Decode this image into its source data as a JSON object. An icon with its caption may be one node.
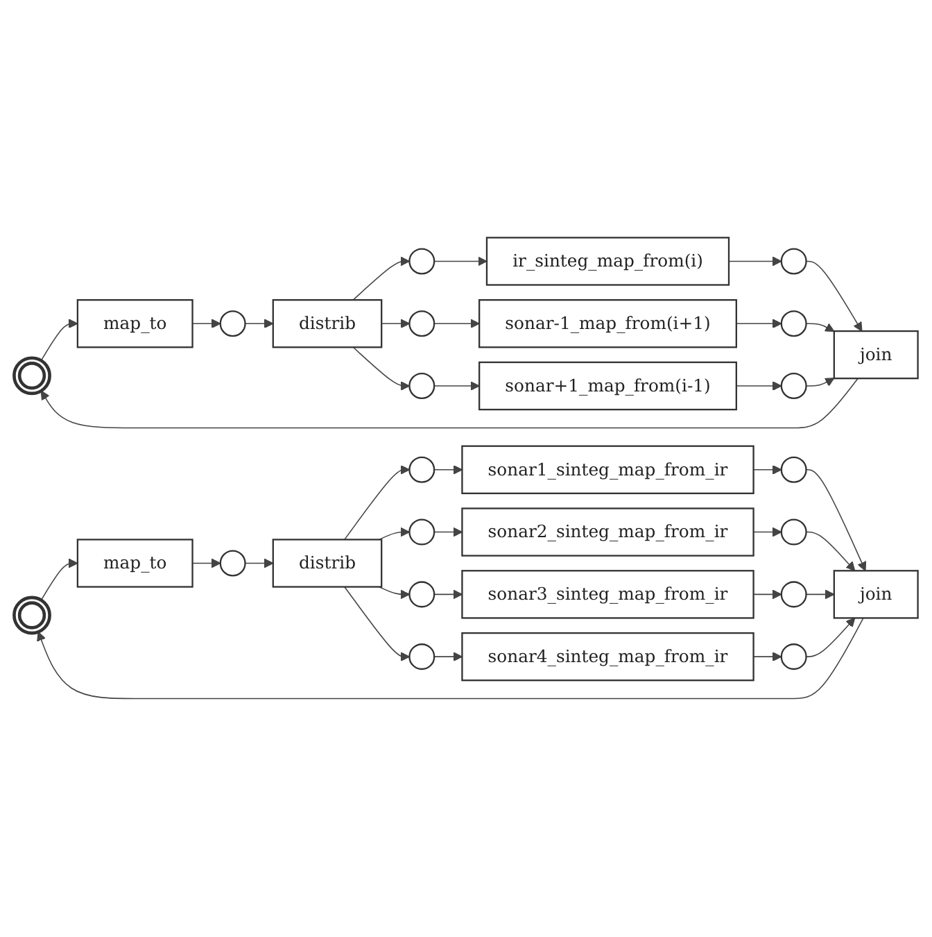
{
  "diagram": {
    "nodes": [
      {
        "text": [],
        "shape": "circle"
      },
      {
        "text": [
          "map_to"
        ]
      },
      {
        "text": [],
        "shape": "circle"
      },
      {
        "text": [
          "distrib"
        ]
      },
      {
        "text": [],
        "shape": "circle"
      },
      {
        "text": [],
        "shape": "circle"
      },
      {
        "text": [],
        "shape": "circle"
      },
      {
        "text": [
          "ir_sinteg_map_from(i)"
        ]
      },
      {
        "text": [
          "sonar-1_map_from(i+1)"
        ]
      },
      {
        "text": [
          "sonar+1_map_from(i-1)"
        ]
      },
      {
        "text": [],
        "shape": "circle"
      },
      {
        "text": [],
        "shape": "circle"
      },
      {
        "text": [],
        "shape": "circle"
      },
      {
        "text": [
          "join"
        ]
      },
      {
        "text": [],
        "shape": "circle"
      },
      {
        "text": [
          "map_to"
        ]
      },
      {
        "text": [],
        "shape": "circle"
      },
      {
        "text": [
          "distrib"
        ]
      },
      {
        "text": [],
        "shape": "circle"
      },
      {
        "text": [],
        "shape": "circle"
      },
      {
        "text": [],
        "shape": "circle"
      },
      {
        "text": [],
        "shape": "circle"
      },
      {
        "text": [
          "sonar1_sinteg_map_from_ir"
        ]
      },
      {
        "text": [
          "sonar2_sinteg_map_from_ir"
        ]
      },
      {
        "text": [
          "sonar3_sinteg_map_from_ir"
        ]
      },
      {
        "text": [
          "sonar4_sinteg_map_from_ir"
        ]
      },
      {
        "text": [],
        "shape": "circle"
      },
      {
        "text": [],
        "shape": "circle"
      },
      {
        "text": [],
        "shape": "circle"
      },
      {
        "text": [],
        "shape": "circle"
      },
      {
        "text": [
          "join"
        ]
      }
    ],
    "edges": [
      {
        "from": 0,
        "to": 1,
        "arrow": "to"
      },
      {
        "from": 1,
        "to": 2,
        "arrow": "to"
      },
      {
        "from": 2,
        "to": 3,
        "arrow": "to"
      },
      {
        "from": 3,
        "to": 4,
        "arrow": "to"
      },
      {
        "from": 3,
        "to": 5,
        "arrow": "to"
      },
      {
        "from": 3,
        "to": 6,
        "arrow": "to"
      },
      {
        "from": 4,
        "to": 7,
        "arrow": "to"
      },
      {
        "from": 5,
        "to": 8,
        "arrow": "to"
      },
      {
        "from": 6,
        "to": 9,
        "arrow": "to"
      },
      {
        "from": 7,
        "to": 10,
        "arrow": "to"
      },
      {
        "from": 8,
        "to": 11,
        "arrow": "to"
      },
      {
        "from": 9,
        "to": 12,
        "arrow": "to"
      },
      {
        "from": 10,
        "to": 13,
        "arrow": "to"
      },
      {
        "from": 11,
        "to": 13,
        "arrow": "to"
      },
      {
        "from": 12,
        "to": 13,
        "arrow": "to"
      },
      {
        "from": 13,
        "to": 0,
        "arrow": "to"
      },
      {
        "from": 14,
        "to": 15,
        "arrow": "to"
      },
      {
        "from": 15,
        "to": 16,
        "arrow": "to"
      },
      {
        "from": 16,
        "to": 17,
        "arrow": "to"
      },
      {
        "from": 17,
        "to": 18,
        "arrow": "to"
      },
      {
        "from": 17,
        "to": 19,
        "arrow": "to"
      },
      {
        "from": 17,
        "to": 20,
        "arrow": "to"
      },
      {
        "from": 17,
        "to": 21,
        "arrow": "to"
      },
      {
        "from": 18,
        "to": 22,
        "arrow": "to"
      },
      {
        "from": 19,
        "to": 23,
        "arrow": "to"
      },
      {
        "from": 20,
        "to": 24,
        "arrow": "to"
      },
      {
        "from": 21,
        "to": 25,
        "arrow": "to"
      },
      {
        "from": 22,
        "to": 26,
        "arrow": "to"
      },
      {
        "from": 23,
        "to": 27,
        "arrow": "to"
      },
      {
        "from": 24,
        "to": 28,
        "arrow": "to"
      },
      {
        "from": 25,
        "to": 29,
        "arrow": "to"
      },
      {
        "from": 26,
        "to": 30,
        "arrow": "to"
      },
      {
        "from": 27,
        "to": 30,
        "arrow": "to"
      },
      {
        "from": 28,
        "to": 30,
        "arrow": "to"
      },
      {
        "from": 29,
        "to": 30,
        "arrow": "to"
      },
      {
        "from": 30,
        "to": 14,
        "arrow": "to"
      }
    ]
  }
}
